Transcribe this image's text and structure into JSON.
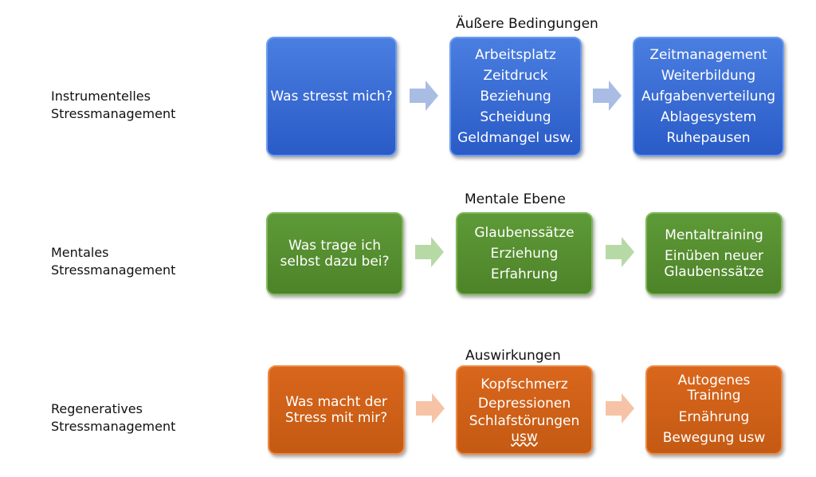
{
  "rows": [
    {
      "label": [
        "Instrumentelles",
        "Stressmanagement"
      ],
      "heading": "Äußere Bedingungen",
      "question": [
        "Was stresst mich?"
      ],
      "causes": [
        "Arbeitsplatz",
        "Zeitdruck",
        "Beziehung",
        "Scheidung",
        "Geldmangel usw."
      ],
      "measures": [
        "Zeitmanagement",
        "Weiterbildung",
        "Aufgabenverteilung",
        "Ablagesystem",
        "Ruhepausen"
      ],
      "color": "#2f62cf"
    },
    {
      "label": [
        "Mentales",
        "Stressmanagement"
      ],
      "heading": "Mentale Ebene",
      "question": [
        "Was trage ich",
        "selbst dazu bei?"
      ],
      "causes": [
        "Glaubenssätze",
        "Erziehung",
        "Erfahrung"
      ],
      "measures": [
        "Mentaltraining",
        "Einüben neuer",
        "Glaubenssätze"
      ],
      "color": "#548a2e"
    },
    {
      "label": [
        "Regeneratives",
        "Stressmanagement"
      ],
      "heading": "Auswirkungen",
      "question": [
        "Was macht der",
        "Stress mit mir?"
      ],
      "causes": [
        "Kopfschmerz",
        "Depressionen",
        "Schlafstörungen",
        "usw"
      ],
      "measures": [
        "Autogenes",
        "Training",
        "Ernährung",
        "Bewegung usw"
      ],
      "color": "#c95b16"
    }
  ]
}
